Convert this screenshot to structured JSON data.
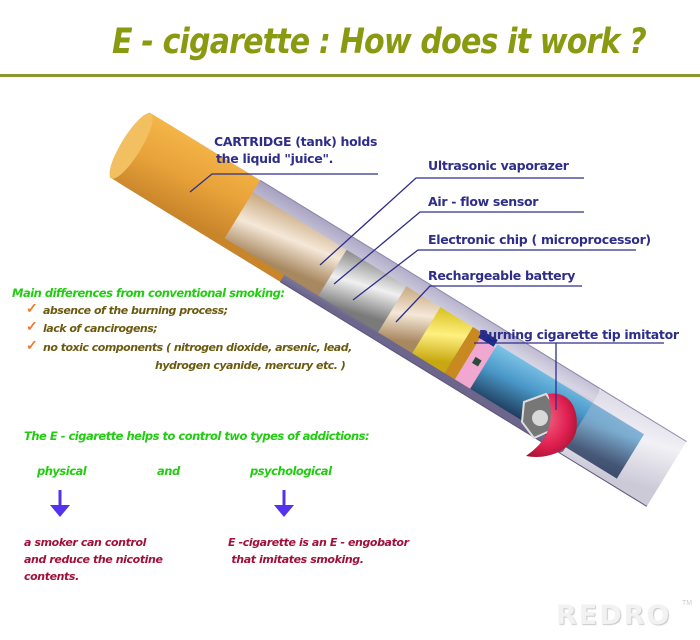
{
  "title": "E - cigarette : How does it work ?",
  "colors": {
    "title": "#8a9a10",
    "label": "#2e2e8a",
    "green_heading": "#22cc11",
    "olive_text": "#6b5a10",
    "check": "#f07a2a",
    "red_text": "#a0103a",
    "arrow": "#5533ee"
  },
  "labels": {
    "cartridge_line1": "CARTRIDGE (tank) holds",
    "cartridge_line2": "the  liquid  \"juice\".",
    "vaporizer": "Ultrasonic vaporazer",
    "sensor": "Air - flow sensor",
    "chip": "Electronic chip ( microprocessor)",
    "battery": "Rechargeable battery",
    "tip": "Burning cigarette tip imitator"
  },
  "differences": {
    "heading": "Main differences from conventional smoking:",
    "check_icon": "✓",
    "items": [
      "absence of the burning process;",
      "lack of cancirogens;",
      "no toxic components ( nitrogen dioxide, arsenic, lead,"
    ],
    "continuation": "hydrogen cyanide, mercury etc. )"
  },
  "addictions": {
    "heading": "The  E - cigarette  helps to control  two types of  addictions:",
    "physical": "physical",
    "and": "and",
    "psychological": "psychological",
    "physical_desc": [
      "a smoker can control",
      "and reduce the nicotine",
      "contents."
    ],
    "psychological_desc": [
      "E -cigarette is  an  E - engobator",
      " that imitates smoking."
    ]
  },
  "watermark": {
    "text": "REDRO",
    "tm": "TM"
  }
}
